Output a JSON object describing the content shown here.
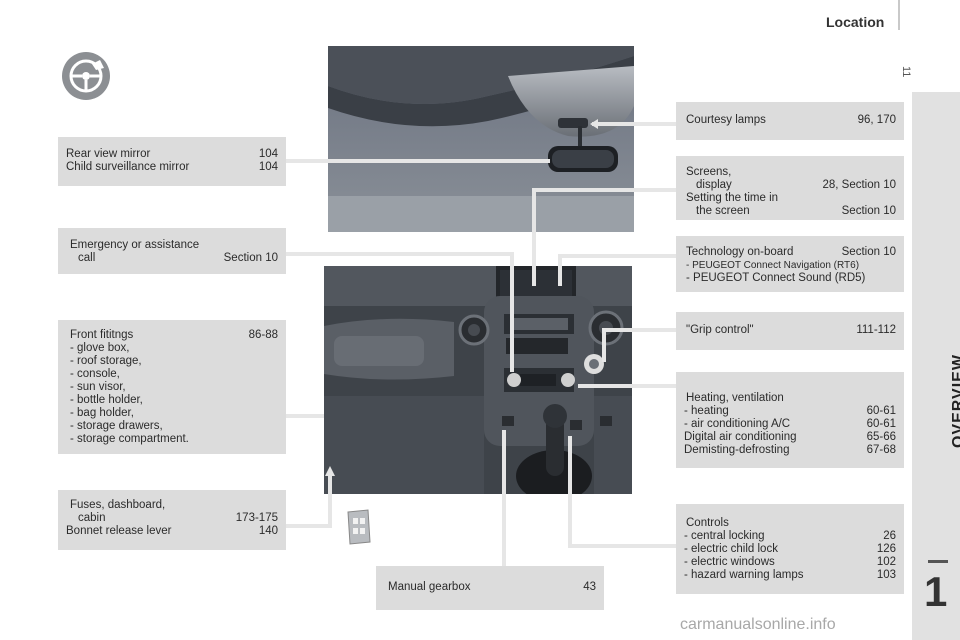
{
  "header": {
    "title": "Location",
    "page_number": "11"
  },
  "sidebar": {
    "section_label": "OVERVIEW",
    "section_number": "1"
  },
  "watermark": "carmanualsonline.info",
  "callouts": {
    "mirror": {
      "rows": [
        {
          "label": "Rear view mirror",
          "page": "104"
        },
        {
          "label": "Child surveillance mirror",
          "page": "104"
        }
      ]
    },
    "emergency": {
      "line1": "Emergency or assistance",
      "label2": "call",
      "page": "Section 10"
    },
    "fittings": {
      "title": "Front fititngs",
      "page": "86-88",
      "items": [
        "- glove box,",
        "- roof storage,",
        "- console,",
        "- sun visor,",
        "- bottle holder,",
        "- bag holder,",
        "- storage drawers,",
        "- storage compartment."
      ]
    },
    "fuses": {
      "line1": "Fuses, dashboard,",
      "label2": "cabin",
      "page2": "173-175",
      "label3": "Bonnet release lever",
      "page3": "140"
    },
    "gearbox": {
      "label": "Manual gearbox",
      "page": "43"
    },
    "courtesy": {
      "label": "Courtesy lamps",
      "page": "96, 170"
    },
    "screens": {
      "line1": "Screens,",
      "label2": "display",
      "page2": "28, Section 10",
      "line3": "Setting the time in",
      "label4": "the screen",
      "page4": "Section 10"
    },
    "technology": {
      "label": "Technology on-board",
      "page": "Section 10",
      "item1": "-  PEUGEOT Connect Navigation (RT6)",
      "item2": "-  PEUGEOT Connect Sound (RD5)"
    },
    "grip": {
      "label": "\"Grip control\"",
      "page": "111-112"
    },
    "heating": {
      "title": "Heating, ventilation",
      "rows": [
        {
          "label": "- heating",
          "page": "60-61"
        },
        {
          "label": "- air conditioning A/C",
          "page": "60-61"
        },
        {
          "label": "Digital air conditioning",
          "page": "65-66"
        },
        {
          "label": "Demisting-defrosting",
          "page": "67-68"
        }
      ]
    },
    "controls": {
      "title": "Controls",
      "rows": [
        {
          "label": "- central locking",
          "page": "26"
        },
        {
          "label": "- electric child lock",
          "page": "126"
        },
        {
          "label": "- electric windows",
          "page": "102"
        },
        {
          "label": "- hazard warning lamps",
          "page": "103"
        }
      ]
    }
  },
  "colors": {
    "box_fill": "#dcdcdc",
    "leader_line": "#e6e6e6",
    "dash_dark": "#3e4349",
    "side_band": "#e1e1e1"
  }
}
